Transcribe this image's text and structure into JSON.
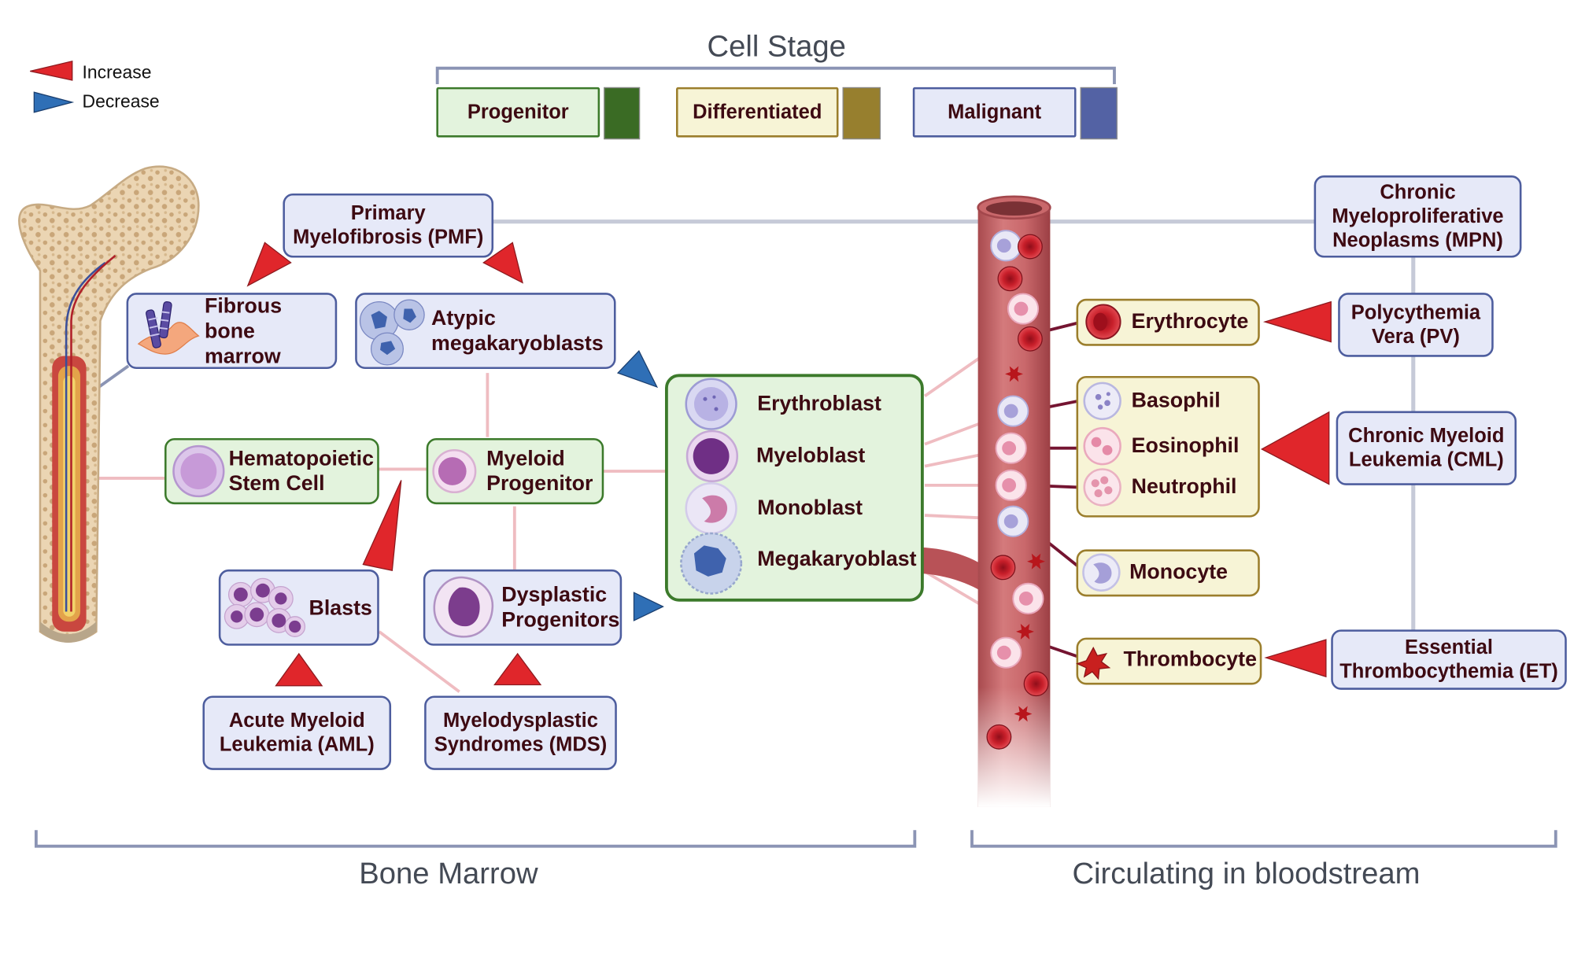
{
  "legend": {
    "increase": "Increase",
    "decrease": "Decrease"
  },
  "headers": {
    "cell_stage": "Cell Stage",
    "bone_marrow": "Bone Marrow",
    "bloodstream": "Circulating in bloodstream"
  },
  "stages": {
    "progenitor": "Progenitor",
    "differentiated": "Differentiated",
    "malignant": "Malignant"
  },
  "colors": {
    "progenitor": "#3a6b24",
    "differentiated": "#977f2e",
    "malignant": "#5362a4",
    "increase": "#e0262b",
    "decrease": "#2f6fb6"
  },
  "diseases": {
    "pmf": "Primary Myelofibrosis (PMF)",
    "mpn": "Chronic Myeloproliferative Neoplasms (MPN)",
    "pv": "Polycythemia Vera (PV)",
    "cml": "Chronic Myeloid Leukemia (CML)",
    "et": "Essential Thrombocythemia (ET)",
    "aml": "Acute Myeloid Leukemia (AML)",
    "mds": "Myelodysplastic Syndromes (MDS)"
  },
  "marrow": {
    "fibrous": "Fibrous bone marrow",
    "atypic": "Atypic megakaryoblasts",
    "hsc": "Hematopoietic Stem Cell",
    "myeloid": "Myeloid Progenitor",
    "blasts": "Blasts",
    "dysplastic": "Dysplastic Progenitors"
  },
  "precursors": [
    "Erythroblast",
    "Myeloblast",
    "Monoblast",
    "Megakaryoblast"
  ],
  "circulating": {
    "erythrocyte": "Erythrocyte",
    "basophil": "Basophil",
    "eosinophil": "Eosinophil",
    "neutrophil": "Neutrophil",
    "monocyte": "Monocyte",
    "thrombocyte": "Thrombocyte"
  }
}
